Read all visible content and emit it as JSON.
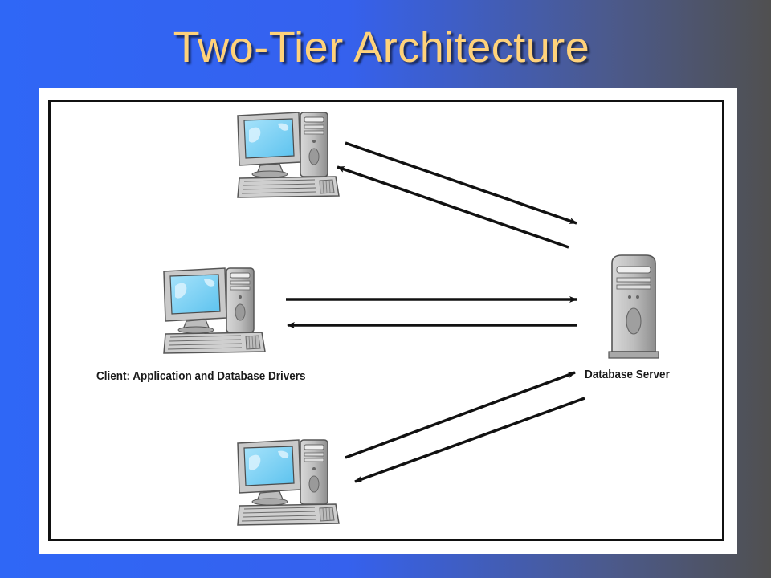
{
  "slide": {
    "title": "Two-Tier Architecture"
  },
  "diagram": {
    "client_label": "Client: Application and Database Drivers",
    "server_label": "Database Server",
    "client_icon": "desktop-computer-icon",
    "server_icon": "tower-server-icon"
  },
  "colors": {
    "background_left": "#2f67f6",
    "background_right": "#505050",
    "title": "#ffd27a",
    "screen": "#7fd0f5",
    "arrow": "#111111"
  }
}
